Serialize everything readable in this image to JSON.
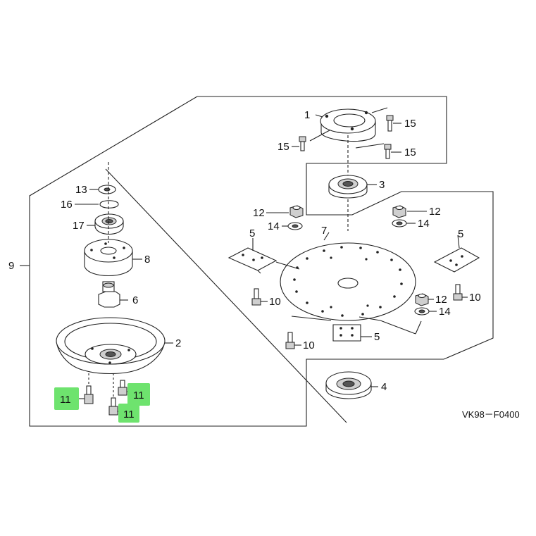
{
  "diagram": {
    "code": "VK98－F0400",
    "highlight_color": "#6ee36e",
    "callouts": {
      "c1": "1",
      "c2": "2",
      "c3": "3",
      "c4": "4",
      "c5a": "5",
      "c5b": "5",
      "c5c": "5",
      "c6": "6",
      "c7": "7",
      "c8": "8",
      "c9": "9",
      "c10a": "10",
      "c10b": "10",
      "c10c": "10",
      "c11a": "11",
      "c11b": "11",
      "c11c": "11",
      "c12a": "12",
      "c12b": "12",
      "c12c": "12",
      "c13": "13",
      "c14a": "14",
      "c14b": "14",
      "c14c": "14",
      "c15a": "15",
      "c15b": "15",
      "c15c": "15",
      "c16": "16",
      "c17": "17"
    }
  }
}
